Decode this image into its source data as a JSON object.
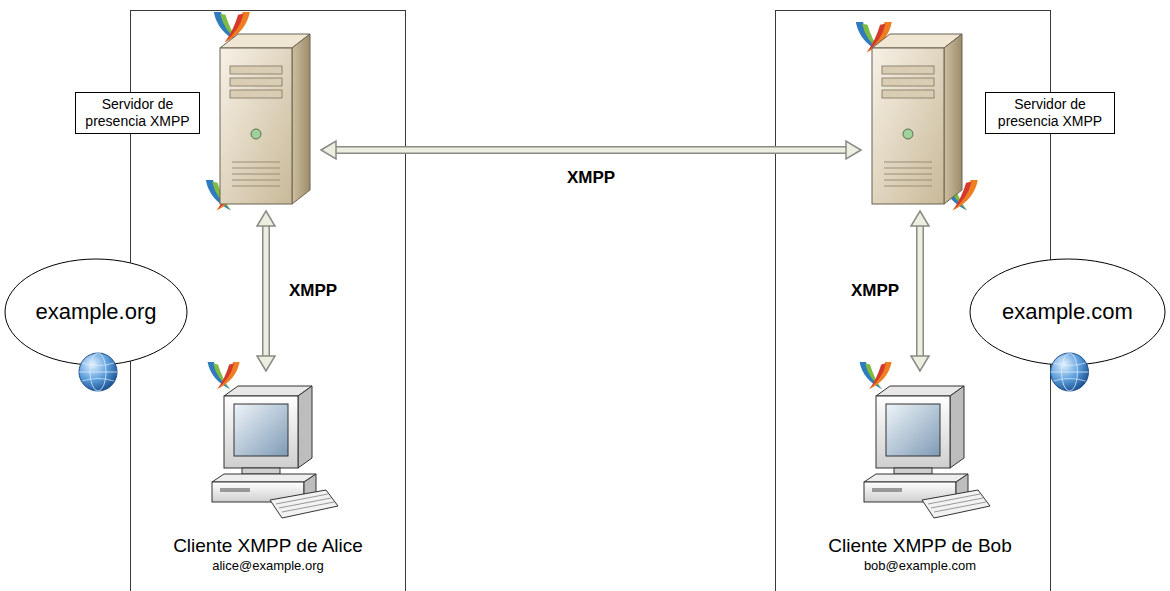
{
  "diagram": {
    "nodes": [
      {
        "text": [
          "Servidor de presencia XMPP"
        ]
      },
      {
        "text": [
          "Servidor de presencia XMPP"
        ]
      },
      {
        "text": [
          "example.org"
        ]
      },
      {
        "text": [
          "example.com"
        ]
      },
      {
        "text": [
          "Cliente XMPP de Alice",
          "alice@example.org"
        ]
      },
      {
        "text": [
          "Cliente XMPP de Bob",
          "bob@example.com"
        ]
      }
    ],
    "edges": [
      {
        "from": 0,
        "to": 1,
        "arrow": "both",
        "label": "XMPP"
      },
      {
        "from": 0,
        "to": 4,
        "arrow": "both",
        "label": "XMPP"
      },
      {
        "from": 1,
        "to": 5,
        "arrow": "both",
        "label": "XMPP"
      }
    ]
  }
}
